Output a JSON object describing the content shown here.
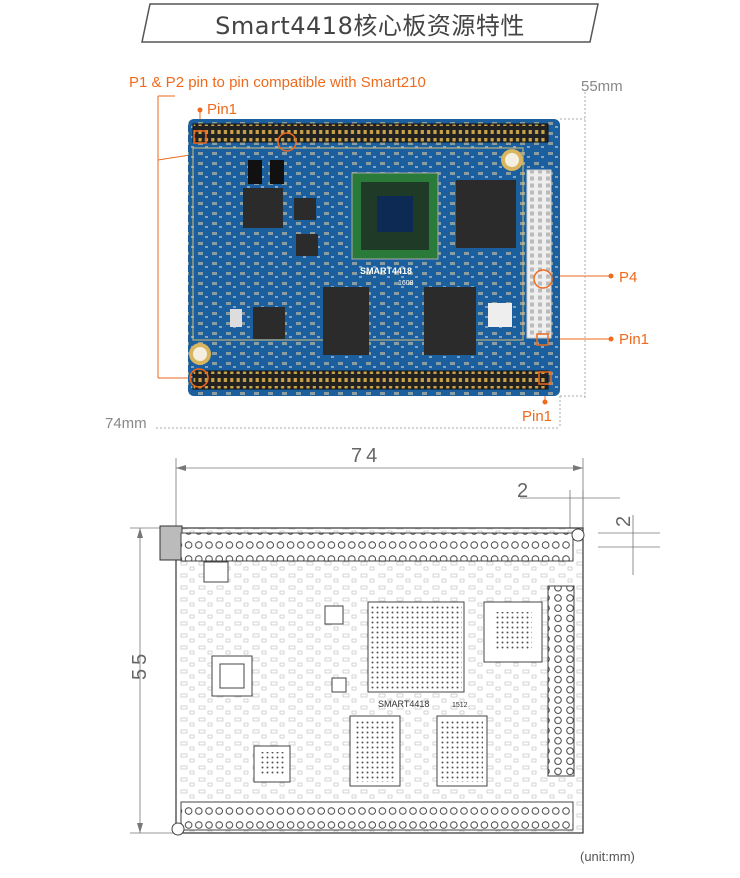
{
  "header": {
    "title": "Smart4418核心板资源特性"
  },
  "photo": {
    "compat_note": "P1 & P2 pin to pin compatible with Smart210",
    "pin1_top_left": "Pin1",
    "p4_label": "P4",
    "pin1_right": "Pin1",
    "pin1_bottom": "Pin1",
    "height_label": "55mm",
    "width_label": "74mm",
    "chip_label": "SMART4418",
    "chip_sub": "1608",
    "colors": {
      "pcb": "#1b5f9e",
      "accent": "#ee6a1c"
    }
  },
  "drawing": {
    "width_dim": "74",
    "offset_dim_h": "2",
    "offset_dim_v": "2",
    "height_dim": "55",
    "board_label": "SMART4418",
    "board_code": "1512",
    "unit_note": "(unit:mm)"
  }
}
